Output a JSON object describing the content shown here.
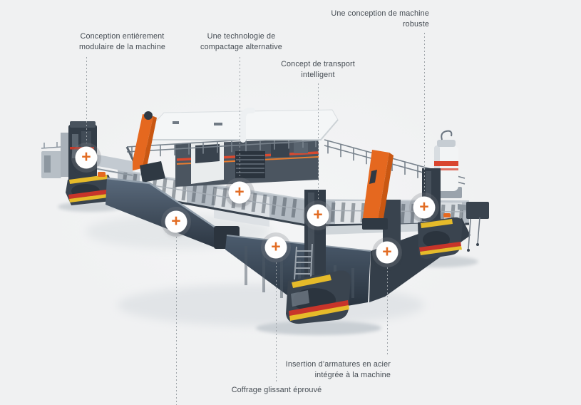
{
  "page": {
    "background_color": "#f0f1f2",
    "accent_color": "#e26c23",
    "label_color": "#454c53",
    "line_color": "#9da3a8"
  },
  "hotspot": {
    "glyph": "+"
  },
  "features": [
    {
      "id": "modular-design",
      "label": "Conception entièrement\nmodulaire de la machine"
    },
    {
      "id": "compaction-technology",
      "label": "Une technologie de\ncompactage alternative"
    },
    {
      "id": "transport-concept",
      "label": "Concept de transport\nintelligent"
    },
    {
      "id": "robust-design",
      "label": "Une conception de machine\nrobuste"
    },
    {
      "id": "steel-reinforcement",
      "label": "Insertion d’armatures en acier\nintégrée à la machine"
    },
    {
      "id": "slipform",
      "label": "Coffrage glissant éprouvé"
    }
  ]
}
